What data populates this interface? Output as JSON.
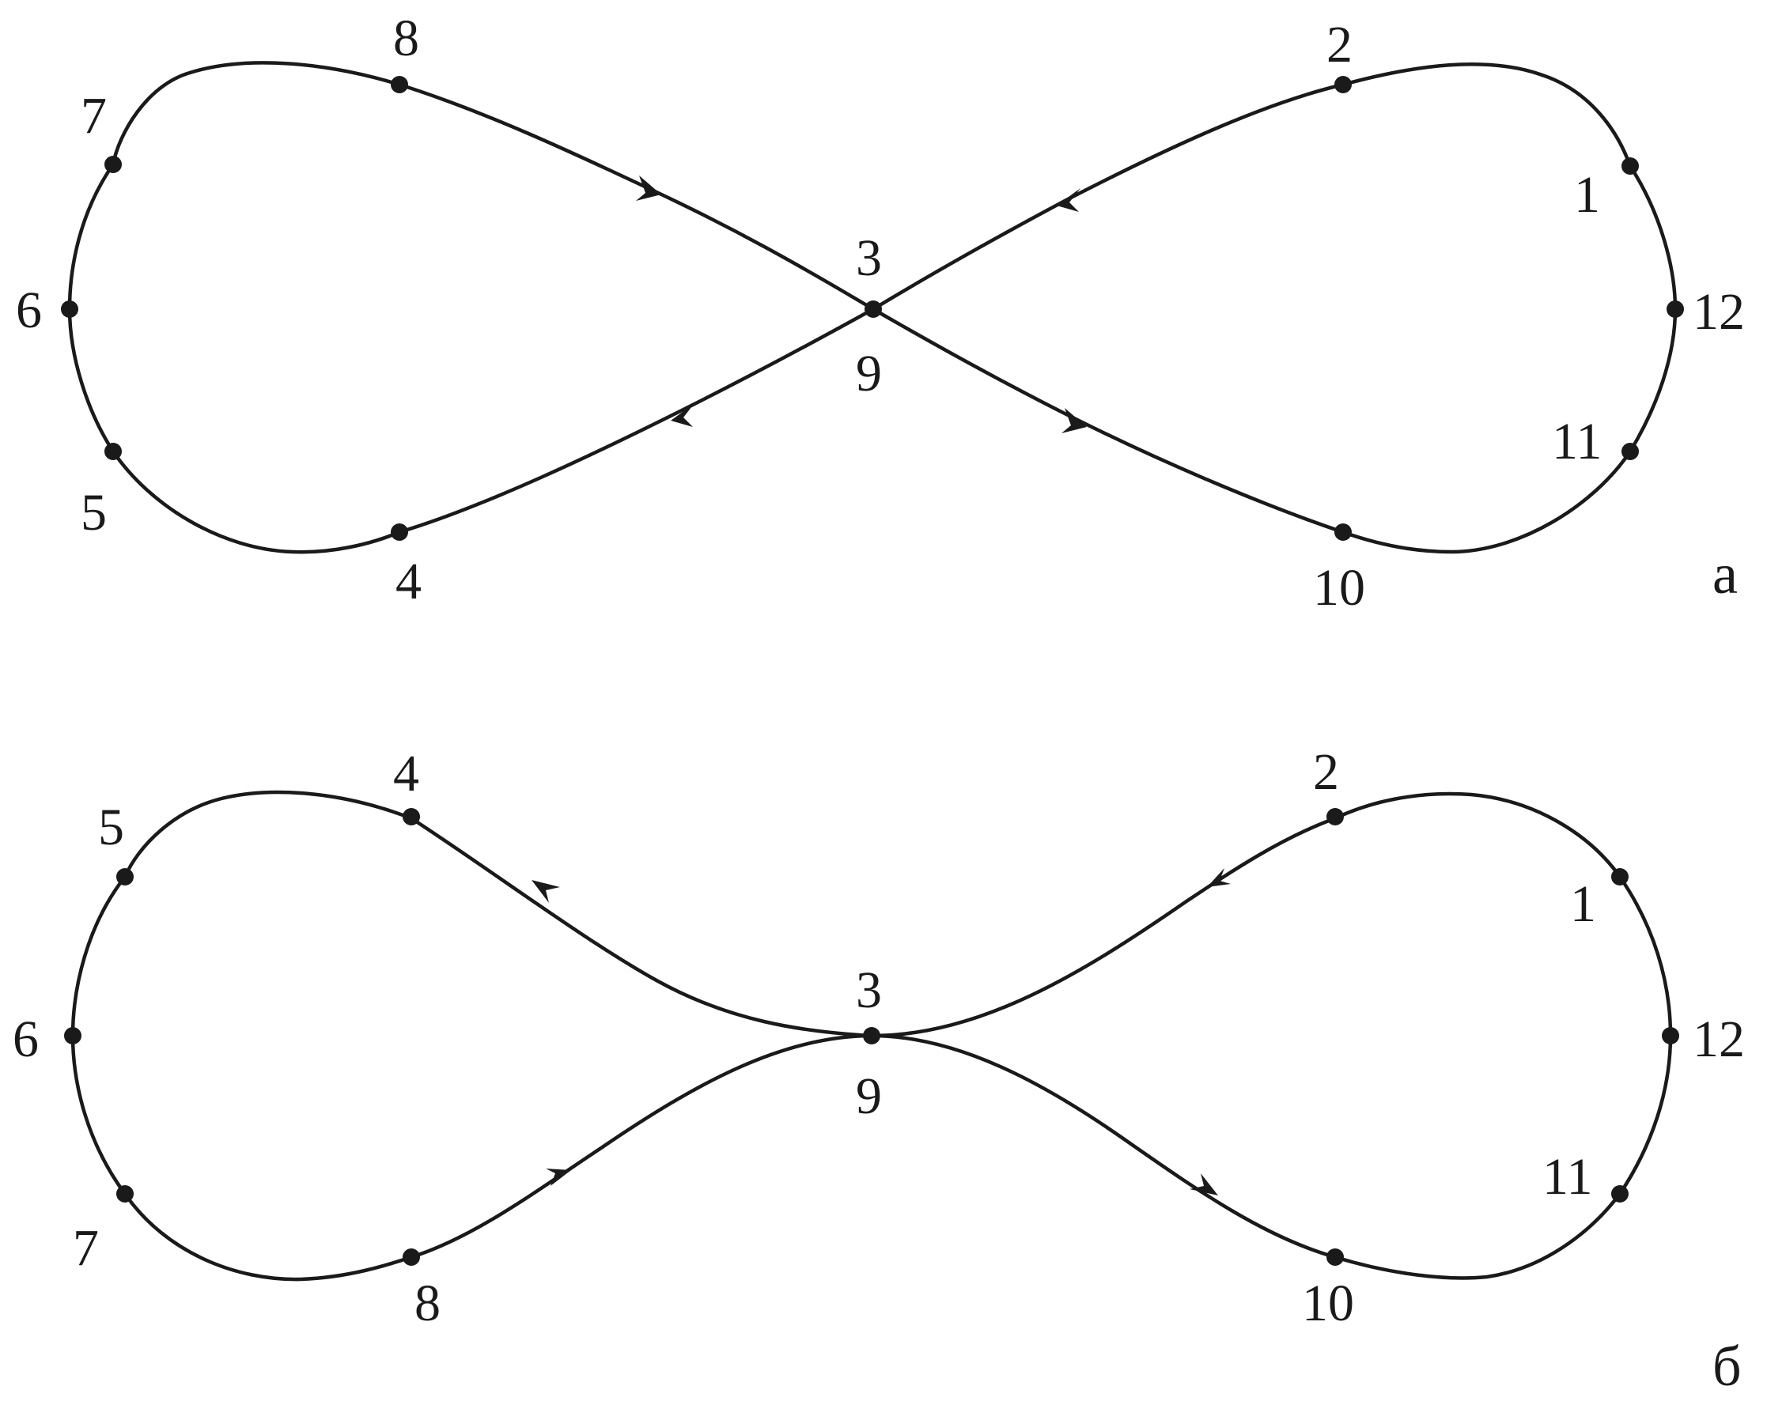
{
  "panels": [
    {
      "id": "a",
      "panel_label": "а",
      "point_labels": {
        "p1": "1",
        "p2": "2",
        "p3": "3",
        "p4": "4",
        "p5": "5",
        "p6": "6",
        "p7": "7",
        "p8": "8",
        "p9": "9",
        "p10": "10",
        "p11": "11",
        "p12": "12"
      }
    },
    {
      "id": "b",
      "panel_label": "б",
      "point_labels": {
        "p1": "1",
        "p2": "2",
        "p3": "3",
        "p4": "4",
        "p5": "5",
        "p6": "6",
        "p7": "7",
        "p8": "8",
        "p9": "9",
        "p10": "10",
        "p11": "11",
        "p12": "12"
      }
    }
  ],
  "colors": {
    "stroke": "#1a1a1a",
    "background": "#ffffff"
  }
}
